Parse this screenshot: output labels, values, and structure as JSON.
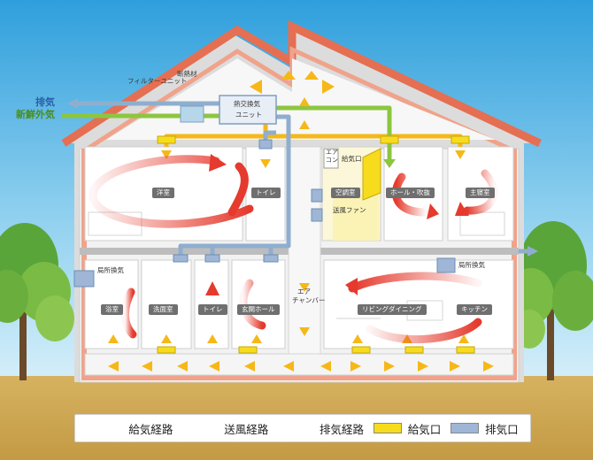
{
  "labels": {
    "filter_unit": "フィルターユニット",
    "insulation": "断熱材",
    "exhaust": "排気",
    "fresh_air": "新鮮外気",
    "hrv_unit_l1": "熱交換気",
    "hrv_unit_l2": "ユニット",
    "aircon_l1": "エア",
    "aircon_l2": "コン",
    "supply_port": "給気口",
    "blower_fan": "送風ファン",
    "local_vent_left": "局所換気",
    "local_vent_right": "局所換気",
    "air_chamber_l1": "エア",
    "air_chamber_l2": "チャンバー"
  },
  "rooms": {
    "western_room": "洋室",
    "toilet_upper": "トイレ",
    "ac_room": "空調室",
    "hall_atrium": "ホール・吹抜",
    "master_bedroom": "主寝室",
    "bathroom": "浴室",
    "washroom": "洗面室",
    "toilet_lower": "トイレ",
    "entrance_hall": "玄関ホール",
    "living_dining": "リビングダイニング",
    "kitchen": "キッチン"
  },
  "legend": {
    "supply_route": "給気経路",
    "blow_route": "送風経路",
    "exhaust_route": "排気経路",
    "supply_port": "給気口",
    "exhaust_port": "排気口"
  },
  "colors": {
    "supply_green": "#8cc63f",
    "blow_orange": "#f6b818",
    "exhaust_blue": "#7f9fc0",
    "supply_port_yellow": "#f7dc1e",
    "exhaust_port_blue": "#9fb6d6",
    "circulation_red": "#e03a2f",
    "insulation_salmon": "#f0a38a"
  }
}
